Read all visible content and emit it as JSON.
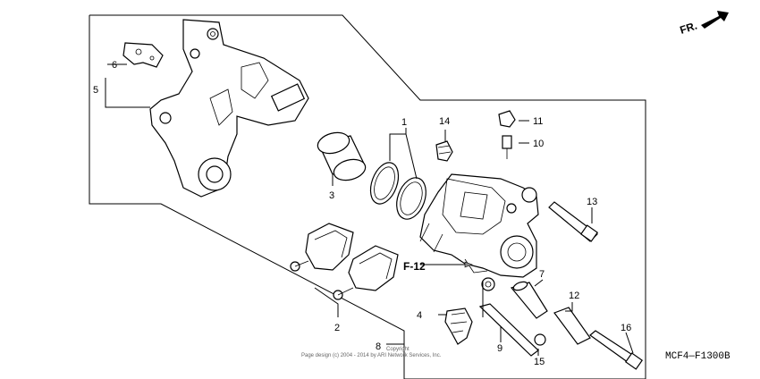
{
  "diagram": {
    "code": "MCF4—F1300B",
    "front_marker": "FR.",
    "copyright_line1": "Copyright",
    "copyright_line2": "Page design (c) 2004 - 2014 by ARI Network Services, Inc.",
    "callouts": {
      "p1": "1",
      "p2": "2",
      "p3": "3",
      "p4": "4",
      "p5": "5",
      "p6": "6",
      "p7": "7",
      "p8": "8",
      "p9": "9",
      "p10": "10",
      "p11": "11",
      "p12": "12",
      "p13": "13",
      "p14": "14",
      "p15": "15",
      "p16": "16",
      "f12": "F-12"
    }
  }
}
